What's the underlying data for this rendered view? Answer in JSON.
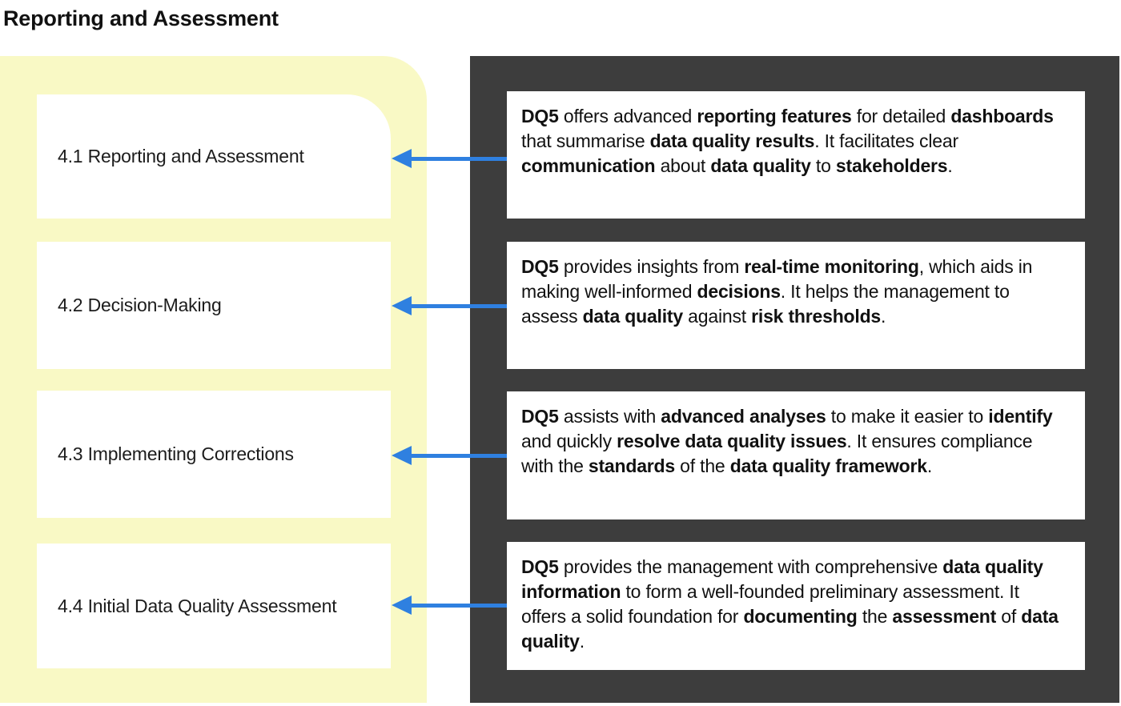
{
  "page_title": "Reporting and Assessment",
  "colors": {
    "panel_yellow": "#f9f9c5",
    "panel_dark": "#3d3d3d",
    "arrow_blue": "#2f80e0",
    "text": "#111111"
  },
  "connector": {
    "icon": "left-arrow",
    "color": "#2f80e0"
  },
  "rows": [
    {
      "label": "4.1 Reporting and Assessment",
      "description": [
        {
          "text": "DQ5",
          "bold": true
        },
        {
          "text": " offers advanced ",
          "bold": false
        },
        {
          "text": "reporting features",
          "bold": true
        },
        {
          "text": " for detailed ",
          "bold": false
        },
        {
          "text": "dashboards",
          "bold": true
        },
        {
          "text": " that summarise ",
          "bold": false
        },
        {
          "text": "data quality results",
          "bold": true
        },
        {
          "text": ". It facilitates clear ",
          "bold": false
        },
        {
          "text": "communication",
          "bold": true
        },
        {
          "text": " about ",
          "bold": false
        },
        {
          "text": "data quality",
          "bold": true
        },
        {
          "text": " to ",
          "bold": false
        },
        {
          "text": "stakeholders",
          "bold": true
        },
        {
          "text": ".",
          "bold": false
        }
      ]
    },
    {
      "label": "4.2 Decision-Making",
      "description": [
        {
          "text": "DQ5",
          "bold": true
        },
        {
          "text": " provides insights from ",
          "bold": false
        },
        {
          "text": "real-time monitoring",
          "bold": true
        },
        {
          "text": ", which aids in making well-informed ",
          "bold": false
        },
        {
          "text": "decisions",
          "bold": true
        },
        {
          "text": ". It helps the management to assess ",
          "bold": false
        },
        {
          "text": "data quality",
          "bold": true
        },
        {
          "text": " against ",
          "bold": false
        },
        {
          "text": "risk thresholds",
          "bold": true
        },
        {
          "text": ".",
          "bold": false
        }
      ]
    },
    {
      "label": "4.3 Implementing Corrections",
      "description": [
        {
          "text": "DQ5",
          "bold": true
        },
        {
          "text": " assists with ",
          "bold": false
        },
        {
          "text": "advanced analyses",
          "bold": true
        },
        {
          "text": " to make it easier to ",
          "bold": false
        },
        {
          "text": "identify",
          "bold": true
        },
        {
          "text": " and quickly ",
          "bold": false
        },
        {
          "text": "resolve data quality issues",
          "bold": true
        },
        {
          "text": ". It ensures compliance with the ",
          "bold": false
        },
        {
          "text": "standards",
          "bold": true
        },
        {
          "text": " of the ",
          "bold": false
        },
        {
          "text": "data quality framework",
          "bold": true
        },
        {
          "text": ".",
          "bold": false
        }
      ]
    },
    {
      "label": "4.4 Initial Data Quality Assessment",
      "description": [
        {
          "text": "DQ5",
          "bold": true
        },
        {
          "text": " provides the management with comprehensive ",
          "bold": false
        },
        {
          "text": "data quality information",
          "bold": true
        },
        {
          "text": " to form a well-founded preliminary assessment. It offers a solid foundation for ",
          "bold": false
        },
        {
          "text": "documenting",
          "bold": true
        },
        {
          "text": " the ",
          "bold": false
        },
        {
          "text": "assessment",
          "bold": true
        },
        {
          "text": " of ",
          "bold": false
        },
        {
          "text": "data quality",
          "bold": true
        },
        {
          "text": ".",
          "bold": false
        }
      ]
    }
  ]
}
